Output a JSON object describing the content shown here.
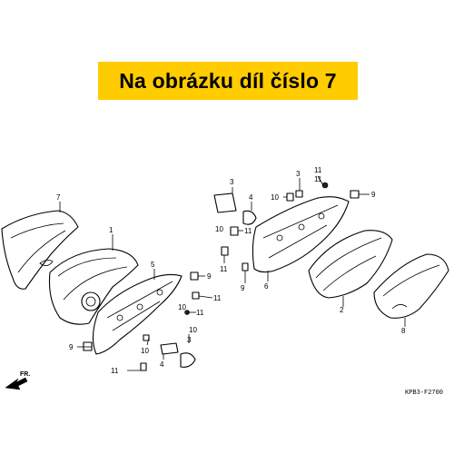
{
  "banner": {
    "text": "Na obrázku díl číslo 7",
    "color": "#ffcc00"
  },
  "diagram_code": "KPB3-F2700",
  "direction_label": "FR.",
  "callouts": {
    "c7": "7",
    "c1": "1",
    "c5": "5",
    "c9a": "9",
    "c11a": "11",
    "c10a": "10",
    "c3a": "3",
    "c10b": "10",
    "c4a": "4",
    "c11b": "11",
    "c9b": "9",
    "c11c": "11",
    "c9c": "9",
    "c3b": "3",
    "c4b": "4",
    "c10c": "10",
    "c11d": "11",
    "c3c": "3",
    "c4c": "4",
    "c10d": "10",
    "c11e": "11",
    "c11f": "11",
    "c10e": "10",
    "c9d": "9",
    "c11g": "11",
    "c9e": "9",
    "c6": "6",
    "c2": "2",
    "c8": "8"
  }
}
